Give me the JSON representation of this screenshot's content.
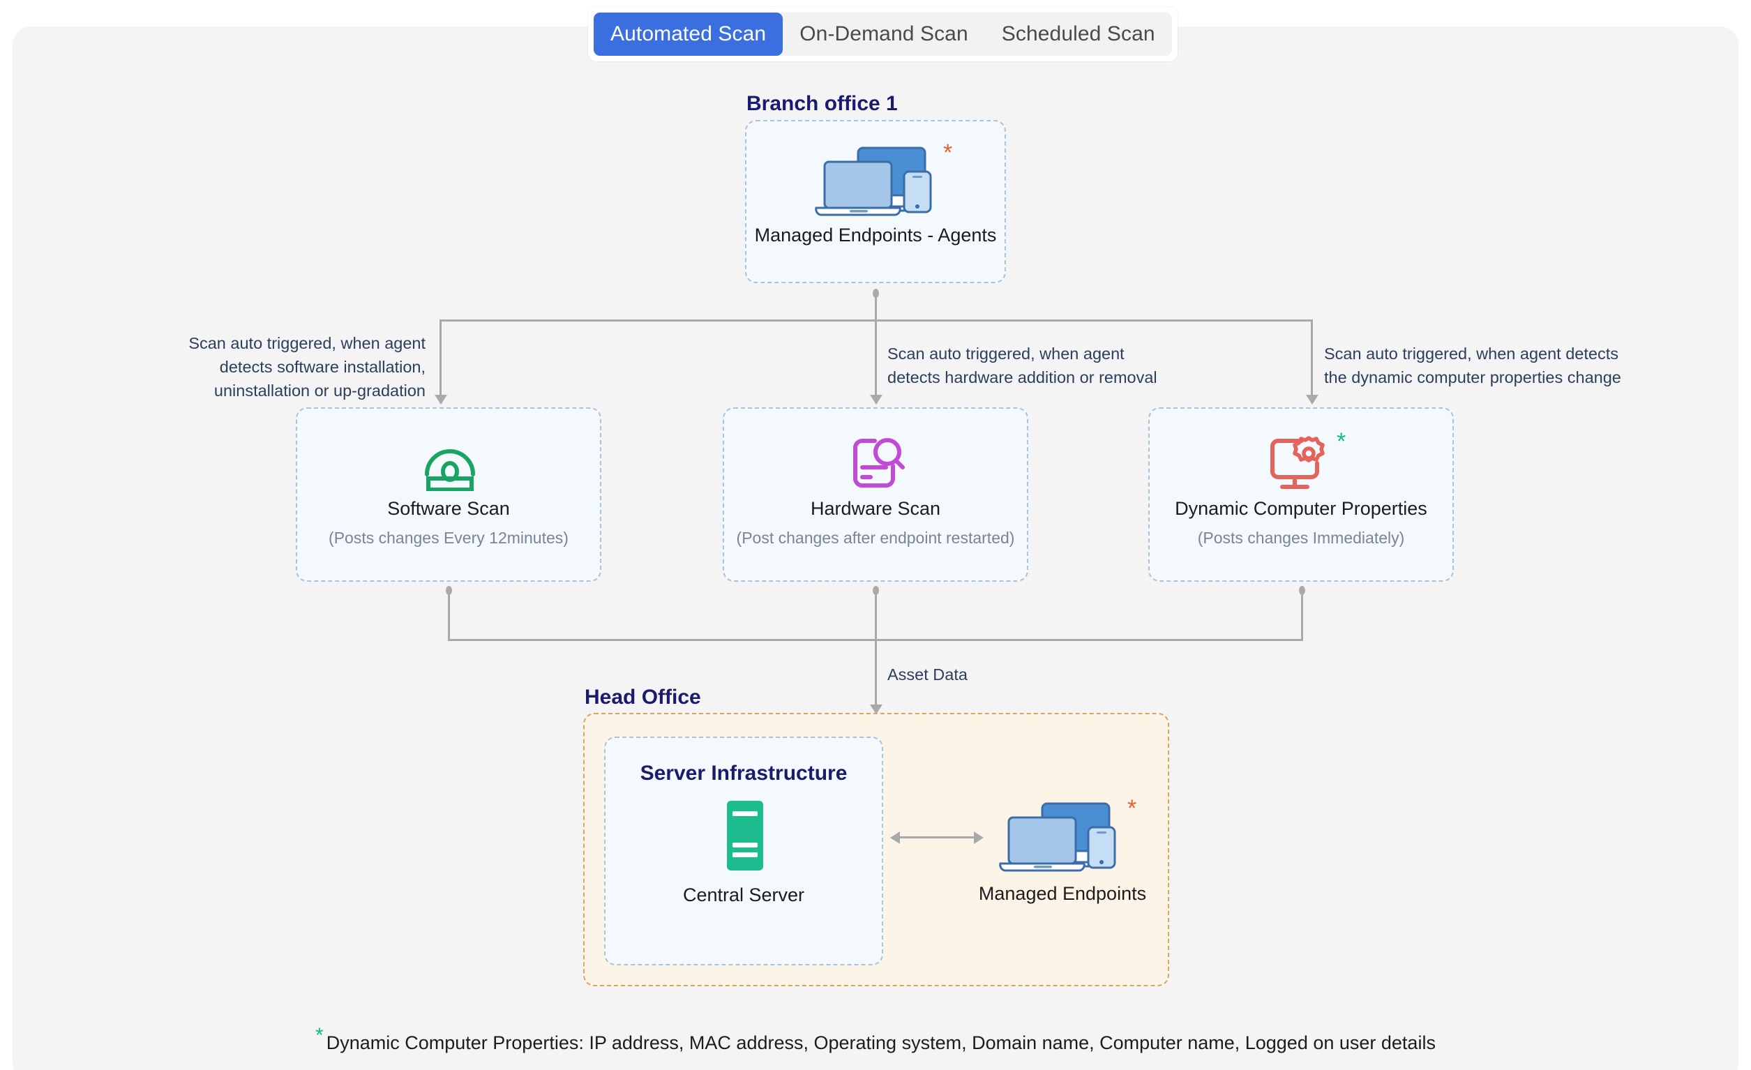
{
  "tabs": [
    {
      "label": "Automated Scan",
      "active": true
    },
    {
      "label": "On-Demand Scan",
      "active": false
    },
    {
      "label": "Scheduled Scan",
      "active": false
    }
  ],
  "branch": {
    "title": "Branch office 1",
    "endpoint_label": "Managed Endpoints - Agents",
    "endpoint_icon": "devices-cluster-icon",
    "asterisk": "*"
  },
  "edges": {
    "software": "Scan auto triggered, when agent\ndetects software installation,\nuninstallation or up-gradation",
    "hardware": "Scan auto triggered, when agent\ndetects hardware addition or removal",
    "dynamic": "Scan auto triggered, when agent detects\nthe dynamic computer properties change",
    "asset_data": "Asset Data"
  },
  "scans": [
    {
      "name": "Software Scan",
      "sub": "(Posts changes Every 12minutes)",
      "icon": "software-disc-icon",
      "color": "#19a463"
    },
    {
      "name": "Hardware Scan",
      "sub": "(Post changes after endpoint restarted)",
      "icon": "hardware-magnifier-icon",
      "color": "#c24ad8"
    },
    {
      "name": "Dynamic Computer Properties",
      "sub": "(Posts changes Immediately)",
      "icon": "monitor-gear-icon",
      "color": "#e4645c",
      "asterisk": "*"
    }
  ],
  "head_office": {
    "title": "Head Office",
    "server_infra_title": "Server Infrastructure",
    "central_server_label": "Central Server",
    "central_server_icon": "server-tower-icon",
    "endpoints_label": "Managed Endpoints",
    "endpoints_icon": "devices-cluster-icon",
    "asterisk": "*"
  },
  "footnote": {
    "marker": "*",
    "text": "Dynamic Computer Properties: IP address, MAC address, Operating system, Domain name, Computer name, Logged on user details"
  },
  "colors": {
    "accent_blue": "#3b6fe0",
    "panel_bg": "#f4f4f4",
    "box_fill": "#f4f9fd",
    "box_border": "#a9c3d8",
    "office_fill": "#fdf4e8",
    "office_border": "#d9a65e",
    "heading": "#1b1b6e",
    "connector": "#a9a9a9",
    "server_green": "#1dbc8f",
    "star_orange": "#e8622a",
    "star_green": "#19b88a"
  }
}
